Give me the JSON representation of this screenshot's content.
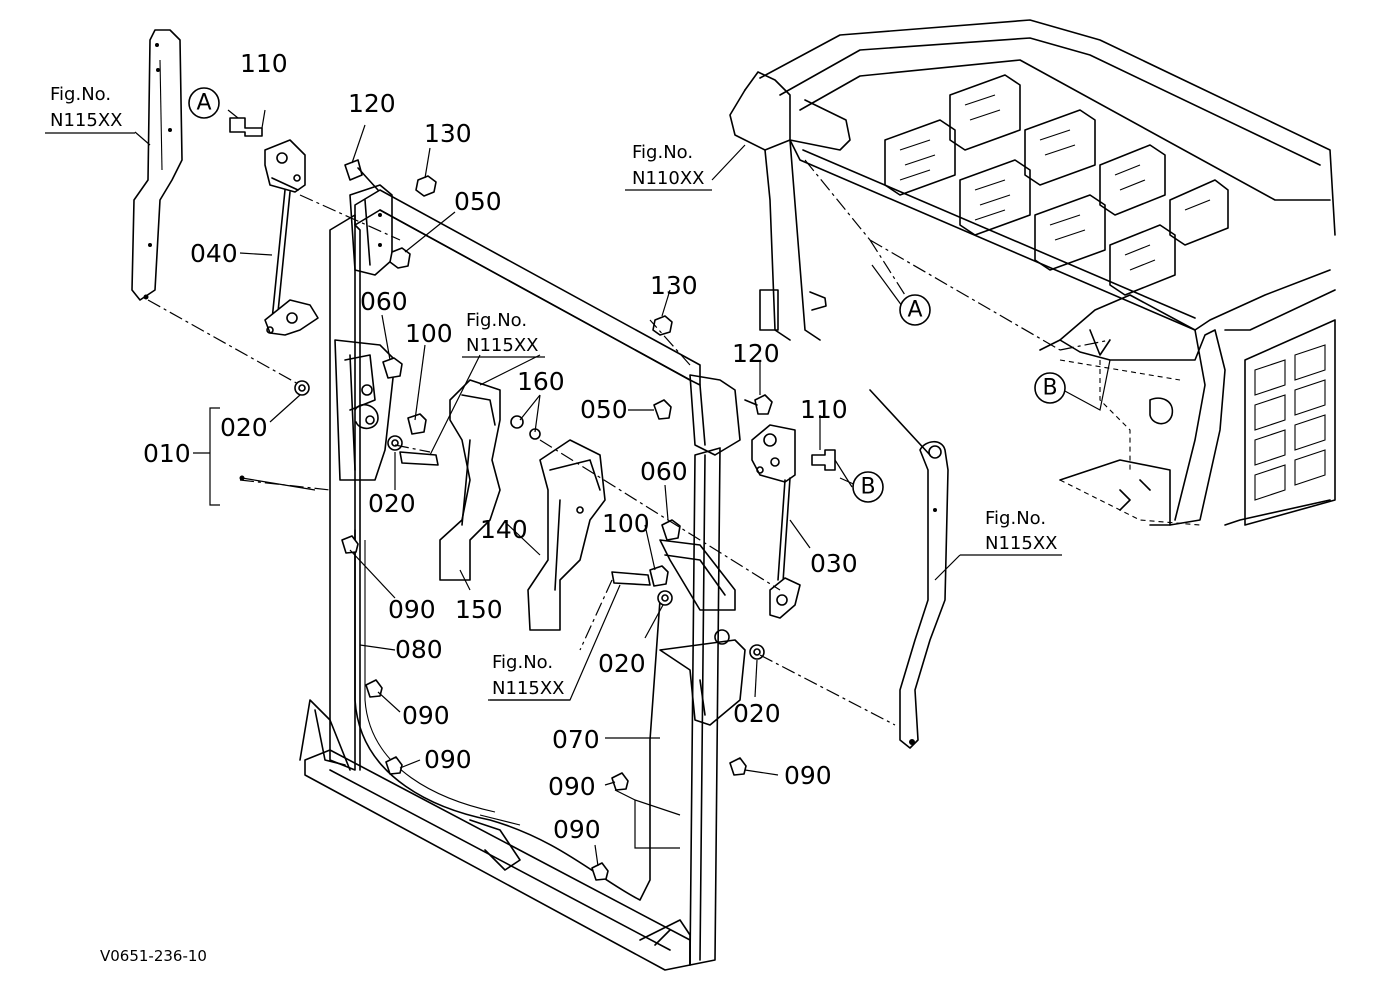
{
  "diagram_code": "V0651-236-10",
  "fig_refs": [
    {
      "id": "fig-ref-left",
      "label": "Fig.No.",
      "code": "N115XX"
    },
    {
      "id": "fig-ref-top-right",
      "label": "Fig.No.",
      "code": "N110XX"
    },
    {
      "id": "fig-ref-center",
      "label": "Fig.No.",
      "code": "N115XX"
    },
    {
      "id": "fig-ref-center-low",
      "label": "Fig.No.",
      "code": "N115XX"
    },
    {
      "id": "fig-ref-right",
      "label": "Fig.No.",
      "code": "N115XX"
    }
  ],
  "callouts": [
    "A",
    "A",
    "B",
    "B"
  ],
  "part_labels": [
    "110",
    "120",
    "130",
    "050",
    "040",
    "060",
    "100",
    "010",
    "020",
    "020",
    "090",
    "080",
    "150",
    "140",
    "160",
    "130",
    "050",
    "120",
    "110",
    "060",
    "100",
    "020",
    "030",
    "020",
    "070",
    "090",
    "090",
    "090",
    "090",
    "090"
  ]
}
